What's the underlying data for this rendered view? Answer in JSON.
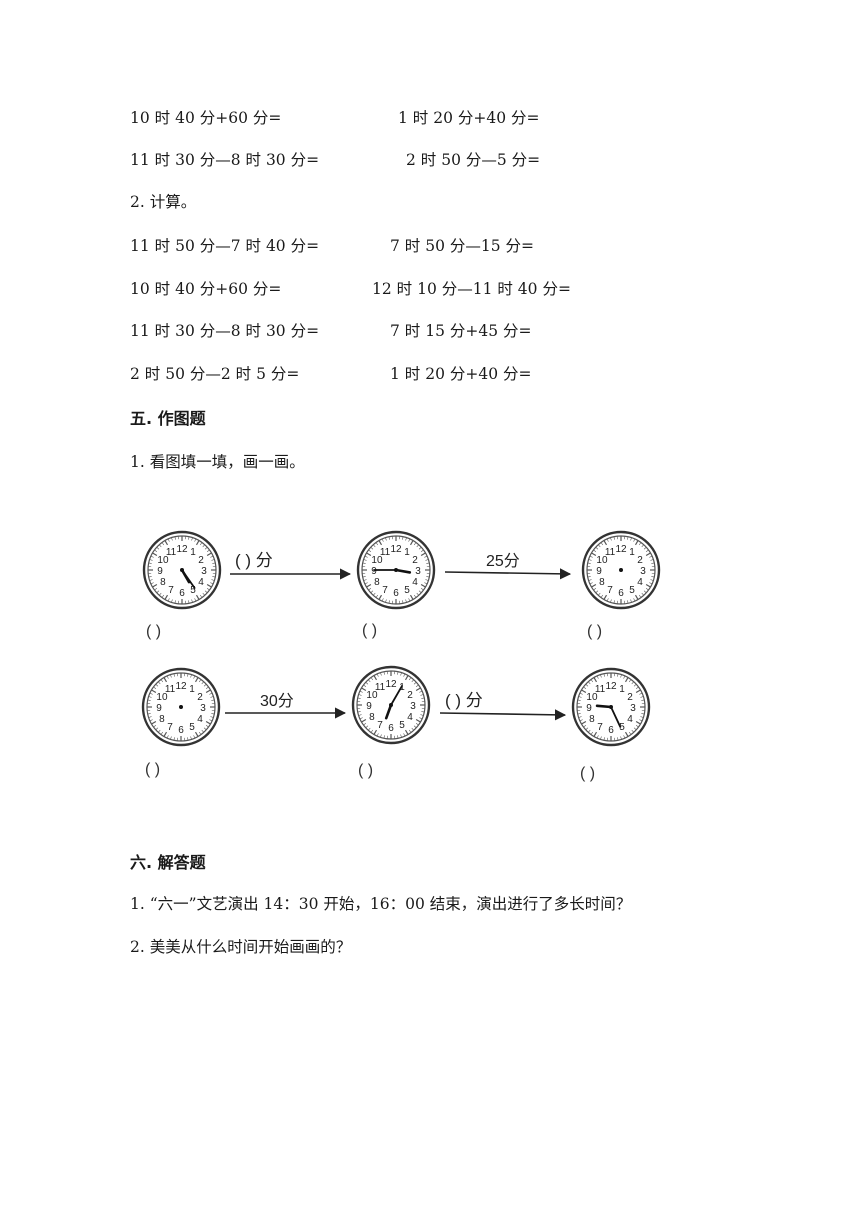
{
  "intro_rows": [
    {
      "left": "10 时 40 分+60 分=",
      "right": "1 时 20 分+40 分="
    },
    {
      "left": "11 时 30 分—8 时 30 分=",
      "right": "2 时 50 分—5 分="
    }
  ],
  "q2_title": "2. 计算。",
  "calc_rows": [
    {
      "left": "11 时 50 分—7 时 40 分=",
      "right": "7 时 50 分—15 分="
    },
    {
      "left": "10 时 40 分+60 分=",
      "right": "12 时 10 分—11 时 40 分="
    },
    {
      "left": "11 时 30 分—8 时 30 分=",
      "right": "7 时 15 分+45 分="
    },
    {
      "left": "2 时 50 分—2 时 5 分=",
      "right": "1 时 20 分+40 分="
    }
  ],
  "section5_title": "五. 作图题",
  "section5_q1": "1. 看图填一填，画一画。",
  "figure": {
    "row1": {
      "arrow1_label": "(        ) 分",
      "arrow2_label": "25分",
      "blanks": [
        "(        )",
        "(        )",
        "(        )"
      ]
    },
    "row2": {
      "arrow1_label": "30分",
      "arrow2_label": "(        ) 分",
      "blanks": [
        "(        )",
        "(        )",
        "(        )"
      ]
    },
    "clock_numbers": [
      "12",
      "1",
      "2",
      "3",
      "4",
      "5",
      "6",
      "7",
      "8",
      "9",
      "10",
      "11"
    ]
  },
  "section6_title": "六. 解答题",
  "section6_q1": "1. “六一”文艺演出 14：30 开始，16：00 结束，演出进行了多长时间？",
  "section6_q2": "2. 美美从什么时间开始画画的？"
}
